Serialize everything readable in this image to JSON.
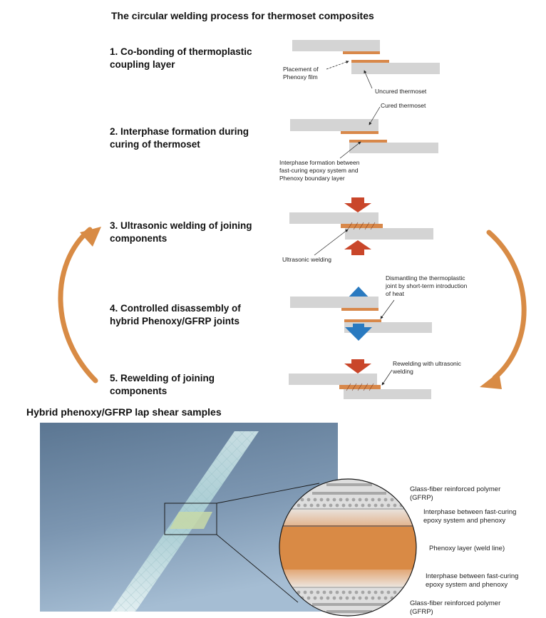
{
  "title": "The circular welding process for thermoset composites",
  "steps": [
    {
      "line1": "1. Co-bonding of thermoplastic",
      "line2": "coupling layer"
    },
    {
      "line1": "2. Interphase formation during",
      "line2": "curing of thermoset"
    },
    {
      "line1": "3. Ultrasonic welding of joining",
      "line2": "components"
    },
    {
      "line1": "4. Controlled disassembly of",
      "line2": "hybrid Phenoxy/GFRP joints"
    },
    {
      "line1": "5. Rewelding of joining",
      "line2": "components"
    }
  ],
  "annotations": {
    "placement": [
      "Placement of",
      "Phenoxy film"
    ],
    "uncured": "Uncured thermoset",
    "cured": "Cured thermoset",
    "interphase": [
      "Interphase formation between",
      "fast-curing epoxy system and",
      "Phenoxy boundary layer"
    ],
    "ultrasonic": "Ultrasonic welding",
    "dismantling": [
      "Dismantling the thermoplastic",
      "joint by short-term introduction",
      "of heat"
    ],
    "rewelding": [
      "Rewelding with ultrasonic",
      "welding"
    ]
  },
  "photo_section": {
    "title": "Hybrid phenoxy/GFRP lap shear samples",
    "layers": [
      [
        "Glass-fiber reinforced polymer",
        "(GFRP)"
      ],
      [
        "Interphase between fast-curing",
        "epoxy system and phenoxy"
      ],
      [
        "Phenoxy layer (weld line)"
      ],
      [
        "Interphase between fast-curing",
        "epoxy system and phenoxy"
      ],
      [
        "Glass-fiber reinforced polymer",
        "(GFRP)"
      ]
    ]
  },
  "colors": {
    "substrate": "#d4d4d4",
    "phenoxy": "#d8884a",
    "cycle_arrow": "#d88b45",
    "press_arrow": "#c9462a",
    "pull_arrow": "#2a7ac0",
    "photo_bg": "#6f8aa6"
  }
}
